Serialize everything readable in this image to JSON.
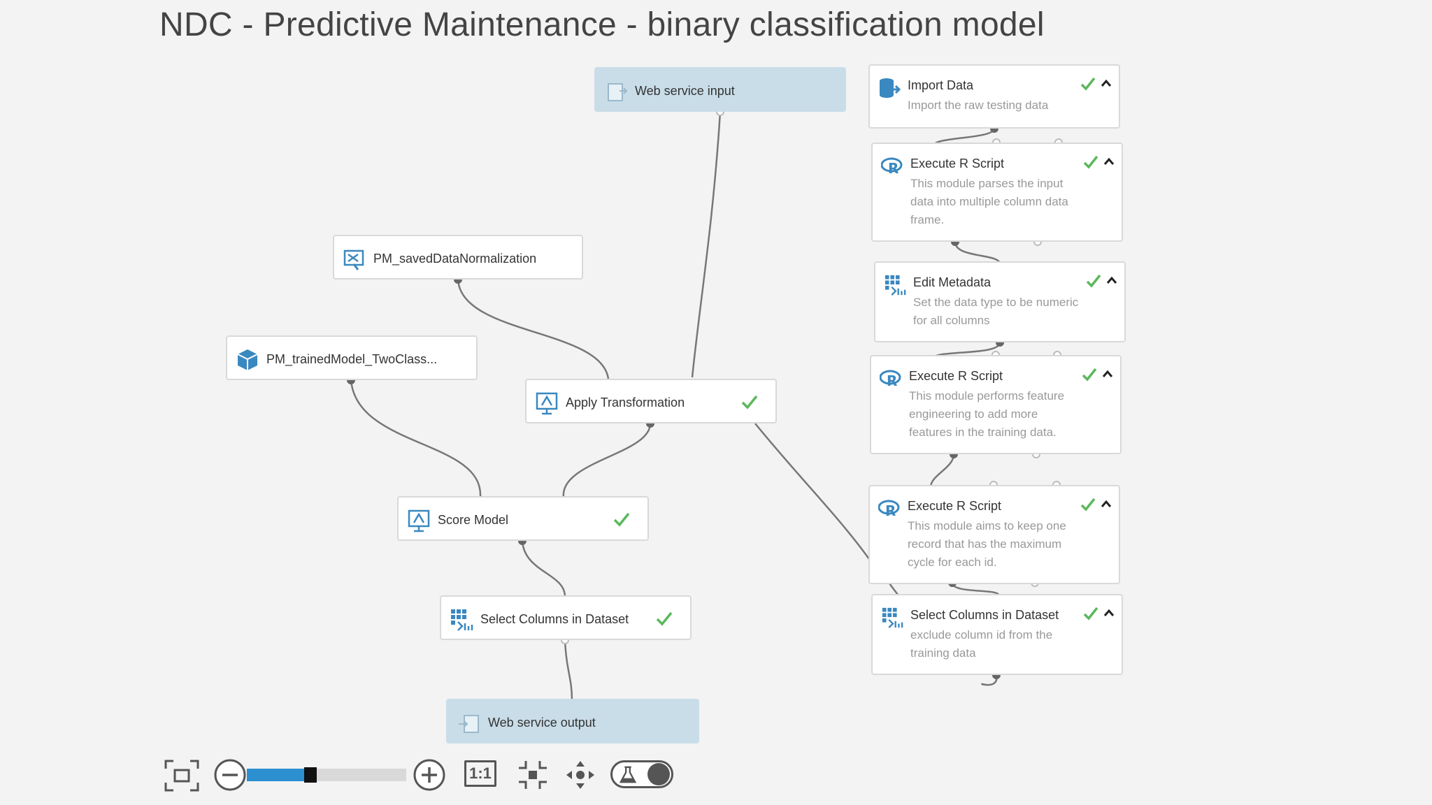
{
  "title": "NDC - Predictive Maintenance - binary classification model",
  "colors": {
    "accent": "#2b8fd0",
    "check": "#5cb85c",
    "ws_node": "#c9dde8",
    "icon_blue": "#3a88c0"
  },
  "nodes": {
    "web_service_input": "Web service input",
    "pm_saved_data_normalization": "PM_savedDataNormalization",
    "pm_trained_model": "PM_trainedModel_TwoClass...",
    "apply_transformation": "Apply Transformation",
    "score_model": "Score Model",
    "select_columns_left": "Select Columns in Dataset",
    "web_service_output": "Web service output"
  },
  "right_column": [
    {
      "label": "Import Data",
      "desc": "Import the raw  testing data"
    },
    {
      "label": "Execute R Script",
      "desc": "This module parses the input data into multiple column data frame."
    },
    {
      "label": "Edit Metadata",
      "desc": "Set the data type to be numeric for all columns"
    },
    {
      "label": "Execute R Script",
      "desc": "This module performs feature engineering to add more features in the training data."
    },
    {
      "label": "Execute R Script",
      "desc": "This module aims to keep one record that has the maximum cycle for each id."
    },
    {
      "label": "Select Columns in Dataset",
      "desc": "exclude column id from the training data"
    }
  ],
  "toolbar": {
    "zoom_level": 0.37,
    "actual_size_label": "1:1",
    "icons": [
      "fit-to-screen-icon",
      "zoom-out-icon",
      "zoom-in-icon",
      "actual-size-icon",
      "fit-icon",
      "pan-icon",
      "experiment-toggle-icon"
    ]
  }
}
